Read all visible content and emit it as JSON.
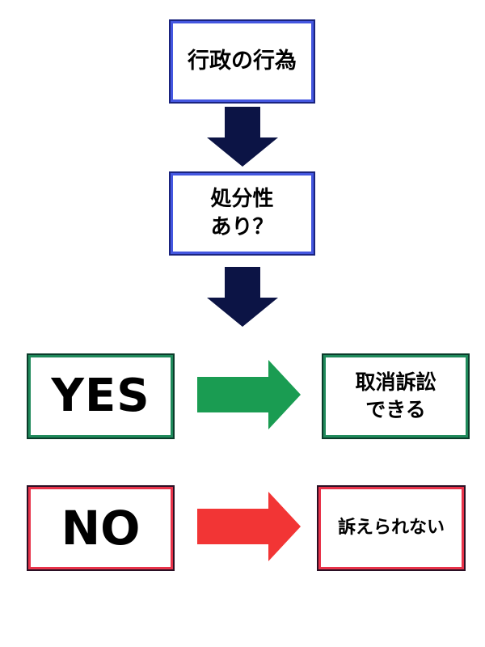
{
  "nodes": {
    "administrative_act": "行政の行為",
    "dispositive_question": "処分性\nあり？",
    "yes": "YES",
    "can_sue": "取消訴訟\nできる",
    "no": "NO",
    "cannot_sue": "訴えられない"
  },
  "colors": {
    "down_arrow": "#0c1445",
    "yes_arrow": "#1a9c52",
    "no_arrow": "#f23535",
    "blue_frame": "#4457e0",
    "green_frame": "#1f8a5b",
    "red_frame": "#e8334a"
  }
}
